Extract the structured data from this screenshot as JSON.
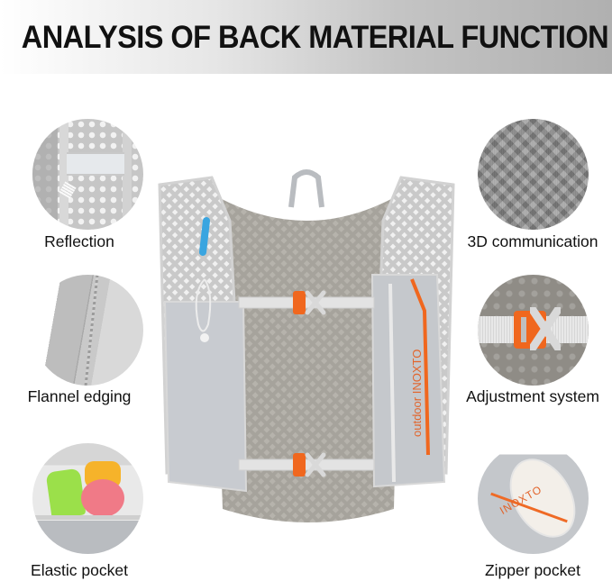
{
  "banner": {
    "title": "ANALYSIS OF BACK MATERIAL FUNCTION"
  },
  "features": [
    {
      "id": "reflection",
      "label": "Reflection",
      "position": "left-top"
    },
    {
      "id": "3d-communication",
      "label": "3D communication",
      "position": "right-top"
    },
    {
      "id": "flannel-edging",
      "label": "Flannel edging",
      "position": "left-middle"
    },
    {
      "id": "adjustment-system",
      "label": "Adjustment system",
      "position": "right-middle"
    },
    {
      "id": "elastic-pocket",
      "label": "Elastic pocket",
      "position": "left-bottom"
    },
    {
      "id": "zipper-pocket",
      "label": "Zipper pocket",
      "position": "right-bottom"
    }
  ],
  "vest": {
    "brand_text": "outdoor INOXTO",
    "zipper_pocket_brand": "INOXTO"
  },
  "colors": {
    "accent_orange": "#f0671e",
    "fabric_grey": "#c8cacd",
    "mesh_grey": "#a6a39c",
    "tube_blue": "#3aa5e0",
    "banner_end": "#b0b0b0"
  }
}
